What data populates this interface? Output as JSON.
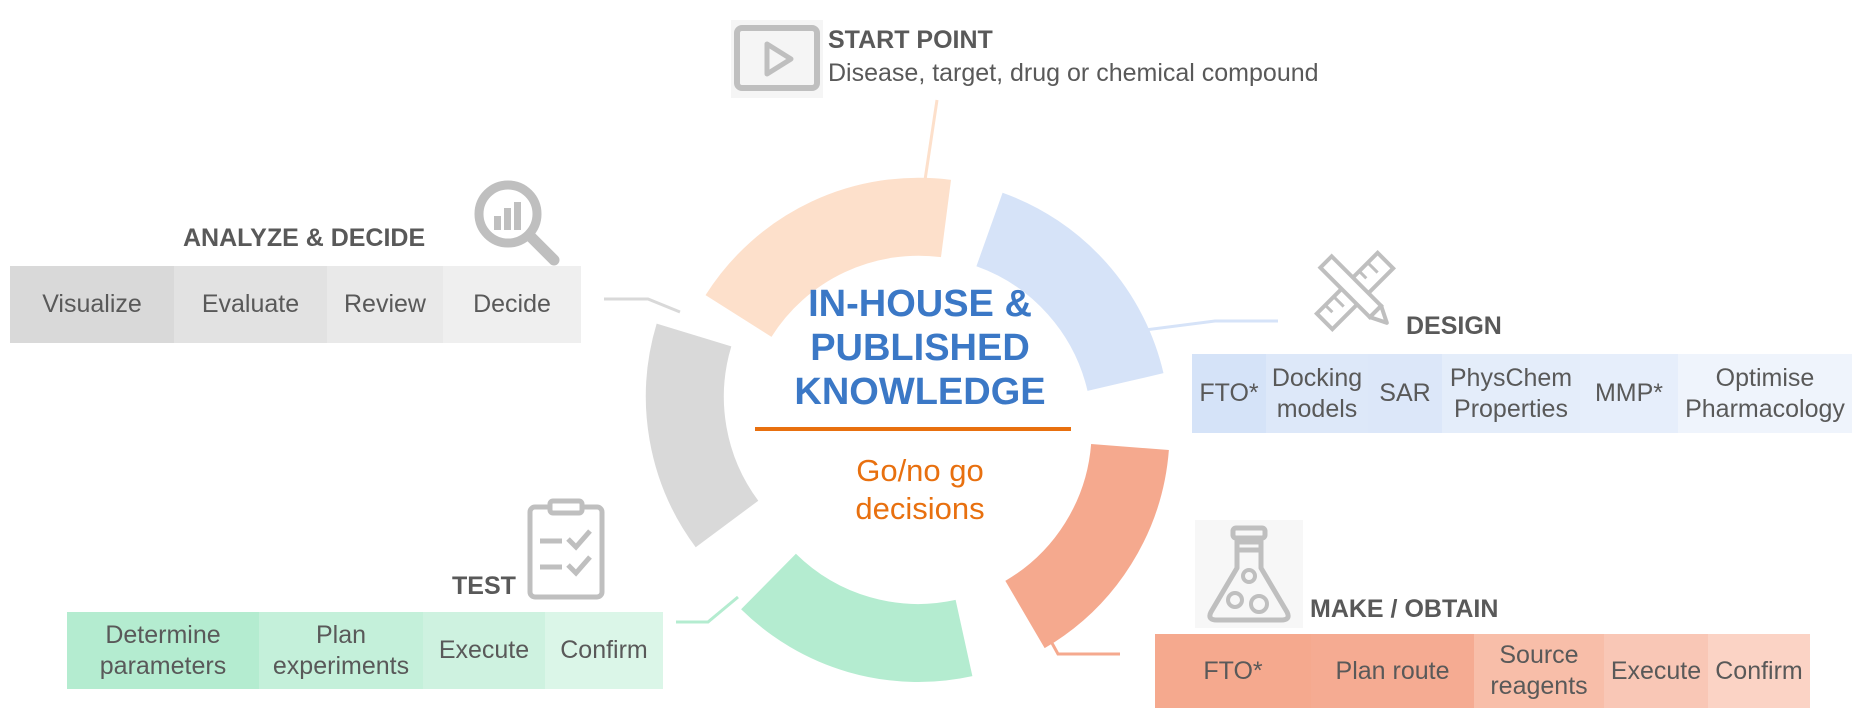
{
  "center": {
    "title_lines": [
      "IN-HOUSE &",
      "PUBLISHED",
      "KNOWLEDGE"
    ],
    "subtitle_lines": [
      "Go/no go",
      "decisions"
    ]
  },
  "start": {
    "title": "START POINT",
    "description": "Disease, target, drug or chemical compound",
    "icon": "play-icon"
  },
  "analyze": {
    "title": "ANALYZE & DECIDE",
    "icon": "magnifier-chart-icon",
    "cells": [
      {
        "lines": [
          "Visualize"
        ],
        "color": "#d9d9d9"
      },
      {
        "lines": [
          "Evaluate"
        ],
        "color": "#e2e2e2"
      },
      {
        "lines": [
          "Review"
        ],
        "color": "#e9e9e9"
      },
      {
        "lines": [
          "Decide"
        ],
        "color": "#efefef"
      }
    ]
  },
  "design": {
    "title": "DESIGN",
    "icon": "ruler-pencil-icon",
    "cells": [
      {
        "lines": [
          "FTO*"
        ],
        "color": "#d5e3f8"
      },
      {
        "lines": [
          "Docking",
          "models"
        ],
        "color": "#dde8f9"
      },
      {
        "lines": [
          "SAR"
        ],
        "color": "#dce7f9"
      },
      {
        "lines": [
          "PhysChem",
          "Properties"
        ],
        "color": "#e4edfa"
      },
      {
        "lines": [
          "MMP*"
        ],
        "color": "#e6eefb"
      },
      {
        "lines": [
          "Optimise",
          "Pharmacology"
        ],
        "color": "#eff4fc"
      }
    ]
  },
  "make": {
    "title": "MAKE / OBTAIN",
    "icon": "flask-icon",
    "cells": [
      {
        "lines": [
          "FTO*"
        ],
        "color": "#f5a98e"
      },
      {
        "lines": [
          "Plan route"
        ],
        "color": "#f5ab92"
      },
      {
        "lines": [
          "Source",
          "reagents"
        ],
        "color": "#f8bea9"
      },
      {
        "lines": [
          "Execute"
        ],
        "color": "#f9c7b6"
      },
      {
        "lines": [
          "Confirm"
        ],
        "color": "#fbd3c5"
      }
    ]
  },
  "test": {
    "title": "TEST",
    "icon": "checklist-icon",
    "cells": [
      {
        "lines": [
          "Determine",
          "parameters"
        ],
        "color": "#b4ecd0"
      },
      {
        "lines": [
          "Plan",
          "experiments"
        ],
        "color": "#c4f0da"
      },
      {
        "lines": [
          "Execute"
        ],
        "color": "#cef2e0"
      },
      {
        "lines": [
          "Confirm"
        ],
        "color": "#dbf6e8"
      }
    ]
  }
}
